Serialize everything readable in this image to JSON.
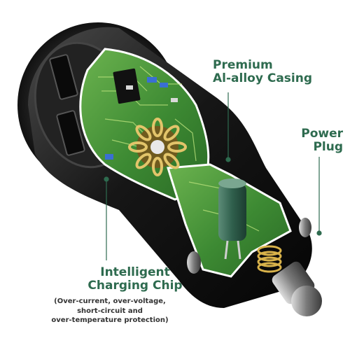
{
  "callouts": {
    "casing": {
      "line1": "Premium",
      "line2": "Al-alloy Casing"
    },
    "plug": {
      "line1": "Power",
      "line2": "Plug"
    },
    "chip": {
      "line1": "Intelligent",
      "line2": "Charging Chip",
      "details": [
        "(Over-current, over-voltage,",
        "short-circuit and",
        "over-temperature protection)"
      ]
    }
  },
  "colors": {
    "accent": "#2e6b4f",
    "pcb": "#3f8a3a",
    "body": "#1c1c1c",
    "metal": "#8a8a8a",
    "copper": "#c9a43a"
  }
}
